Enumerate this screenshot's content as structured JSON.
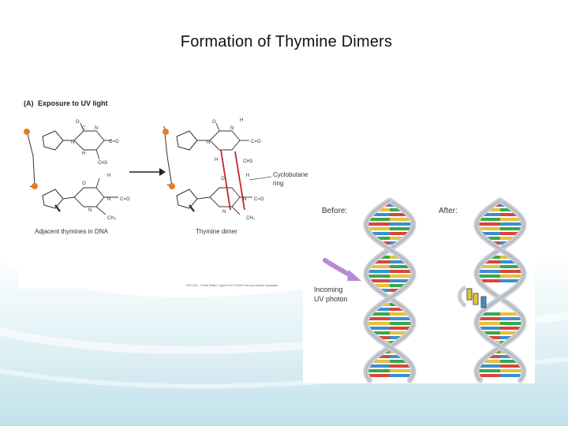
{
  "slide": {
    "title": "Formation of Thymine Dimers",
    "colors": {
      "accent_teal": "#bfe0ea",
      "dna_backbone": "#c8ccd2"
    }
  },
  "panel_a": {
    "heading_prefix": "(A)",
    "heading": "Exposure to UV light",
    "caption_left": "Adjacent thymines in DNA",
    "caption_right": "Thymine dimer",
    "ring_label_line1": "Cyclobutane",
    "ring_label_line2": "ring",
    "credit": "THE CELL, Fourth Edition, Figure 6.XX © ASM Press and Sinauer Associates",
    "atoms": {
      "O": "O",
      "N": "N",
      "C": "C",
      "H": "H",
      "c_eq_o": "C=O",
      "ch3": "CH3",
      "ch3_small": "CH₃"
    }
  },
  "panel_b": {
    "label_before": "Before:",
    "label_after": "After:",
    "label_incoming_line1": "Incoming",
    "label_incoming_line2": "UV photon",
    "base_colors": [
      "#d9453a",
      "#e6c23a",
      "#3a8fd0",
      "#3aa64c"
    ]
  }
}
